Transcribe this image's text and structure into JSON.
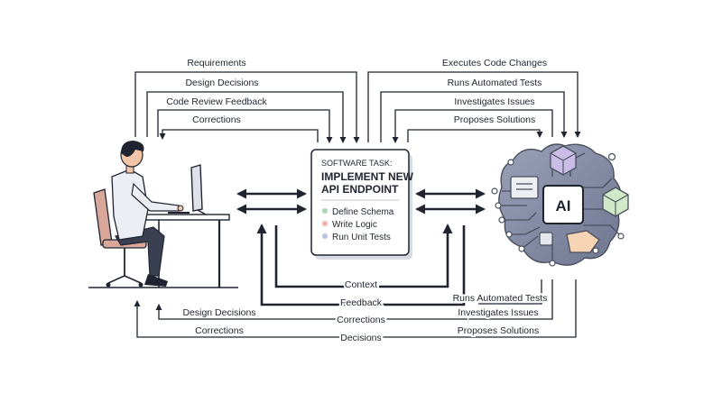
{
  "task_card": {
    "kicker": "SOFTWARE TASK:",
    "title_line1": "IMPLEMENT NEW",
    "title_line2": "API ENDPOINT",
    "steps": [
      {
        "label": "Define Schema",
        "color": "#a8d5b5"
      },
      {
        "label": "Write Logic",
        "color": "#f2b3b0"
      },
      {
        "label": "Run Unit Tests",
        "color": "#b8c0e8"
      }
    ]
  },
  "ai_badge": "AI",
  "top_left_flows": [
    "Requirements",
    "Design Decisions",
    "Code Review Feedback",
    "Corrections"
  ],
  "top_right_flows": [
    "Executes Code Changes",
    "Runs Automated Tests",
    "Investigates Issues",
    "Proposes Solutions"
  ],
  "bottom_center_flows": [
    "Context",
    "Feedback",
    "Corrections",
    "Decisions"
  ],
  "bottom_left_flows": [
    "Design Decisions",
    "Corrections"
  ],
  "bottom_right_flows": [
    "Runs Automated Tests",
    "Investigates Issues",
    "Proposes Solutions"
  ],
  "colors": {
    "ink": "#1f2430",
    "cube_purple": "#c9bde8",
    "cube_green": "#cfe8c8",
    "cube_orange": "#f5d3b3",
    "chip_grey": "#e6e7ee"
  }
}
